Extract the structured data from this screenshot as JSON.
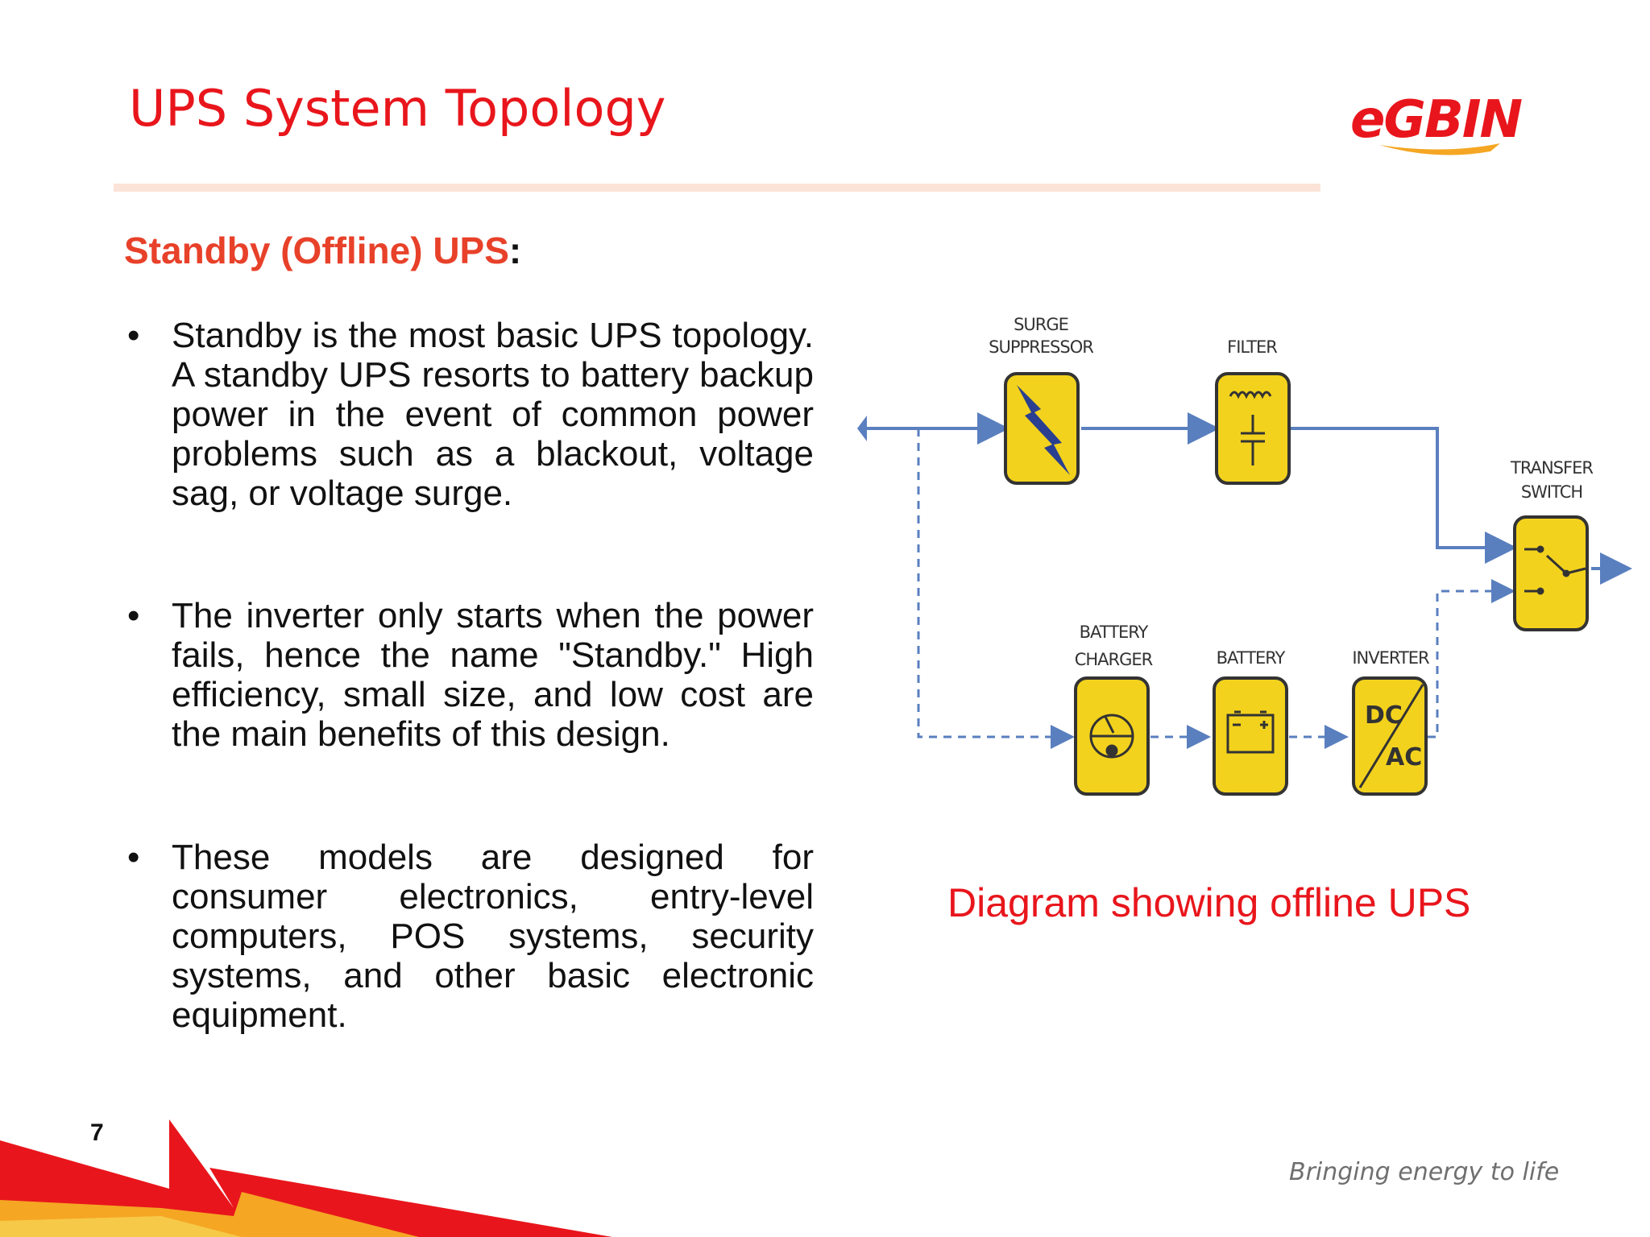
{
  "slide": {
    "title": "UPS System Topology",
    "page_number": "7",
    "tagline": "Bringing energy to life",
    "logo_text": "eGBIN",
    "colors": {
      "title": "#e8161c",
      "subheading": "#e8412a",
      "accent_orange": "#f5a623",
      "flow_blue": "#5a7fbf",
      "block_yellow": "#f3d21d"
    }
  },
  "section": {
    "heading": "Standby (Offline) UPS",
    "heading_colon": ":",
    "bullets": [
      "Standby is the most basic UPS topology. A standby UPS resorts to battery backup power in the event of common power problems such as a blackout, voltage sag, or voltage surge.",
      "The inverter only starts when the power fails, hence the name \"Standby.\" High efficiency, small size, and low cost are the main benefits of this design.",
      "These models are designed for consumer electronics, entry-level computers, POS systems, security systems, and other basic electronic equipment."
    ]
  },
  "diagram": {
    "caption": "Diagram showing offline UPS",
    "blocks": {
      "surge_line1": "SURGE",
      "surge_line2": "SUPPRESSOR",
      "filter": "FILTER",
      "transfer_line1": "TRANSFER",
      "transfer_line2": "SWITCH",
      "charger_line1": "BATTERY",
      "charger_line2": "CHARGER",
      "battery": "BATTERY",
      "inverter": "INVERTER",
      "inverter_dc": "DC",
      "inverter_ac": "AC"
    },
    "icons": [
      "lightning-icon",
      "filter-icon",
      "switch-icon",
      "gauge-icon",
      "battery-icon",
      "dc-ac-icon"
    ]
  }
}
